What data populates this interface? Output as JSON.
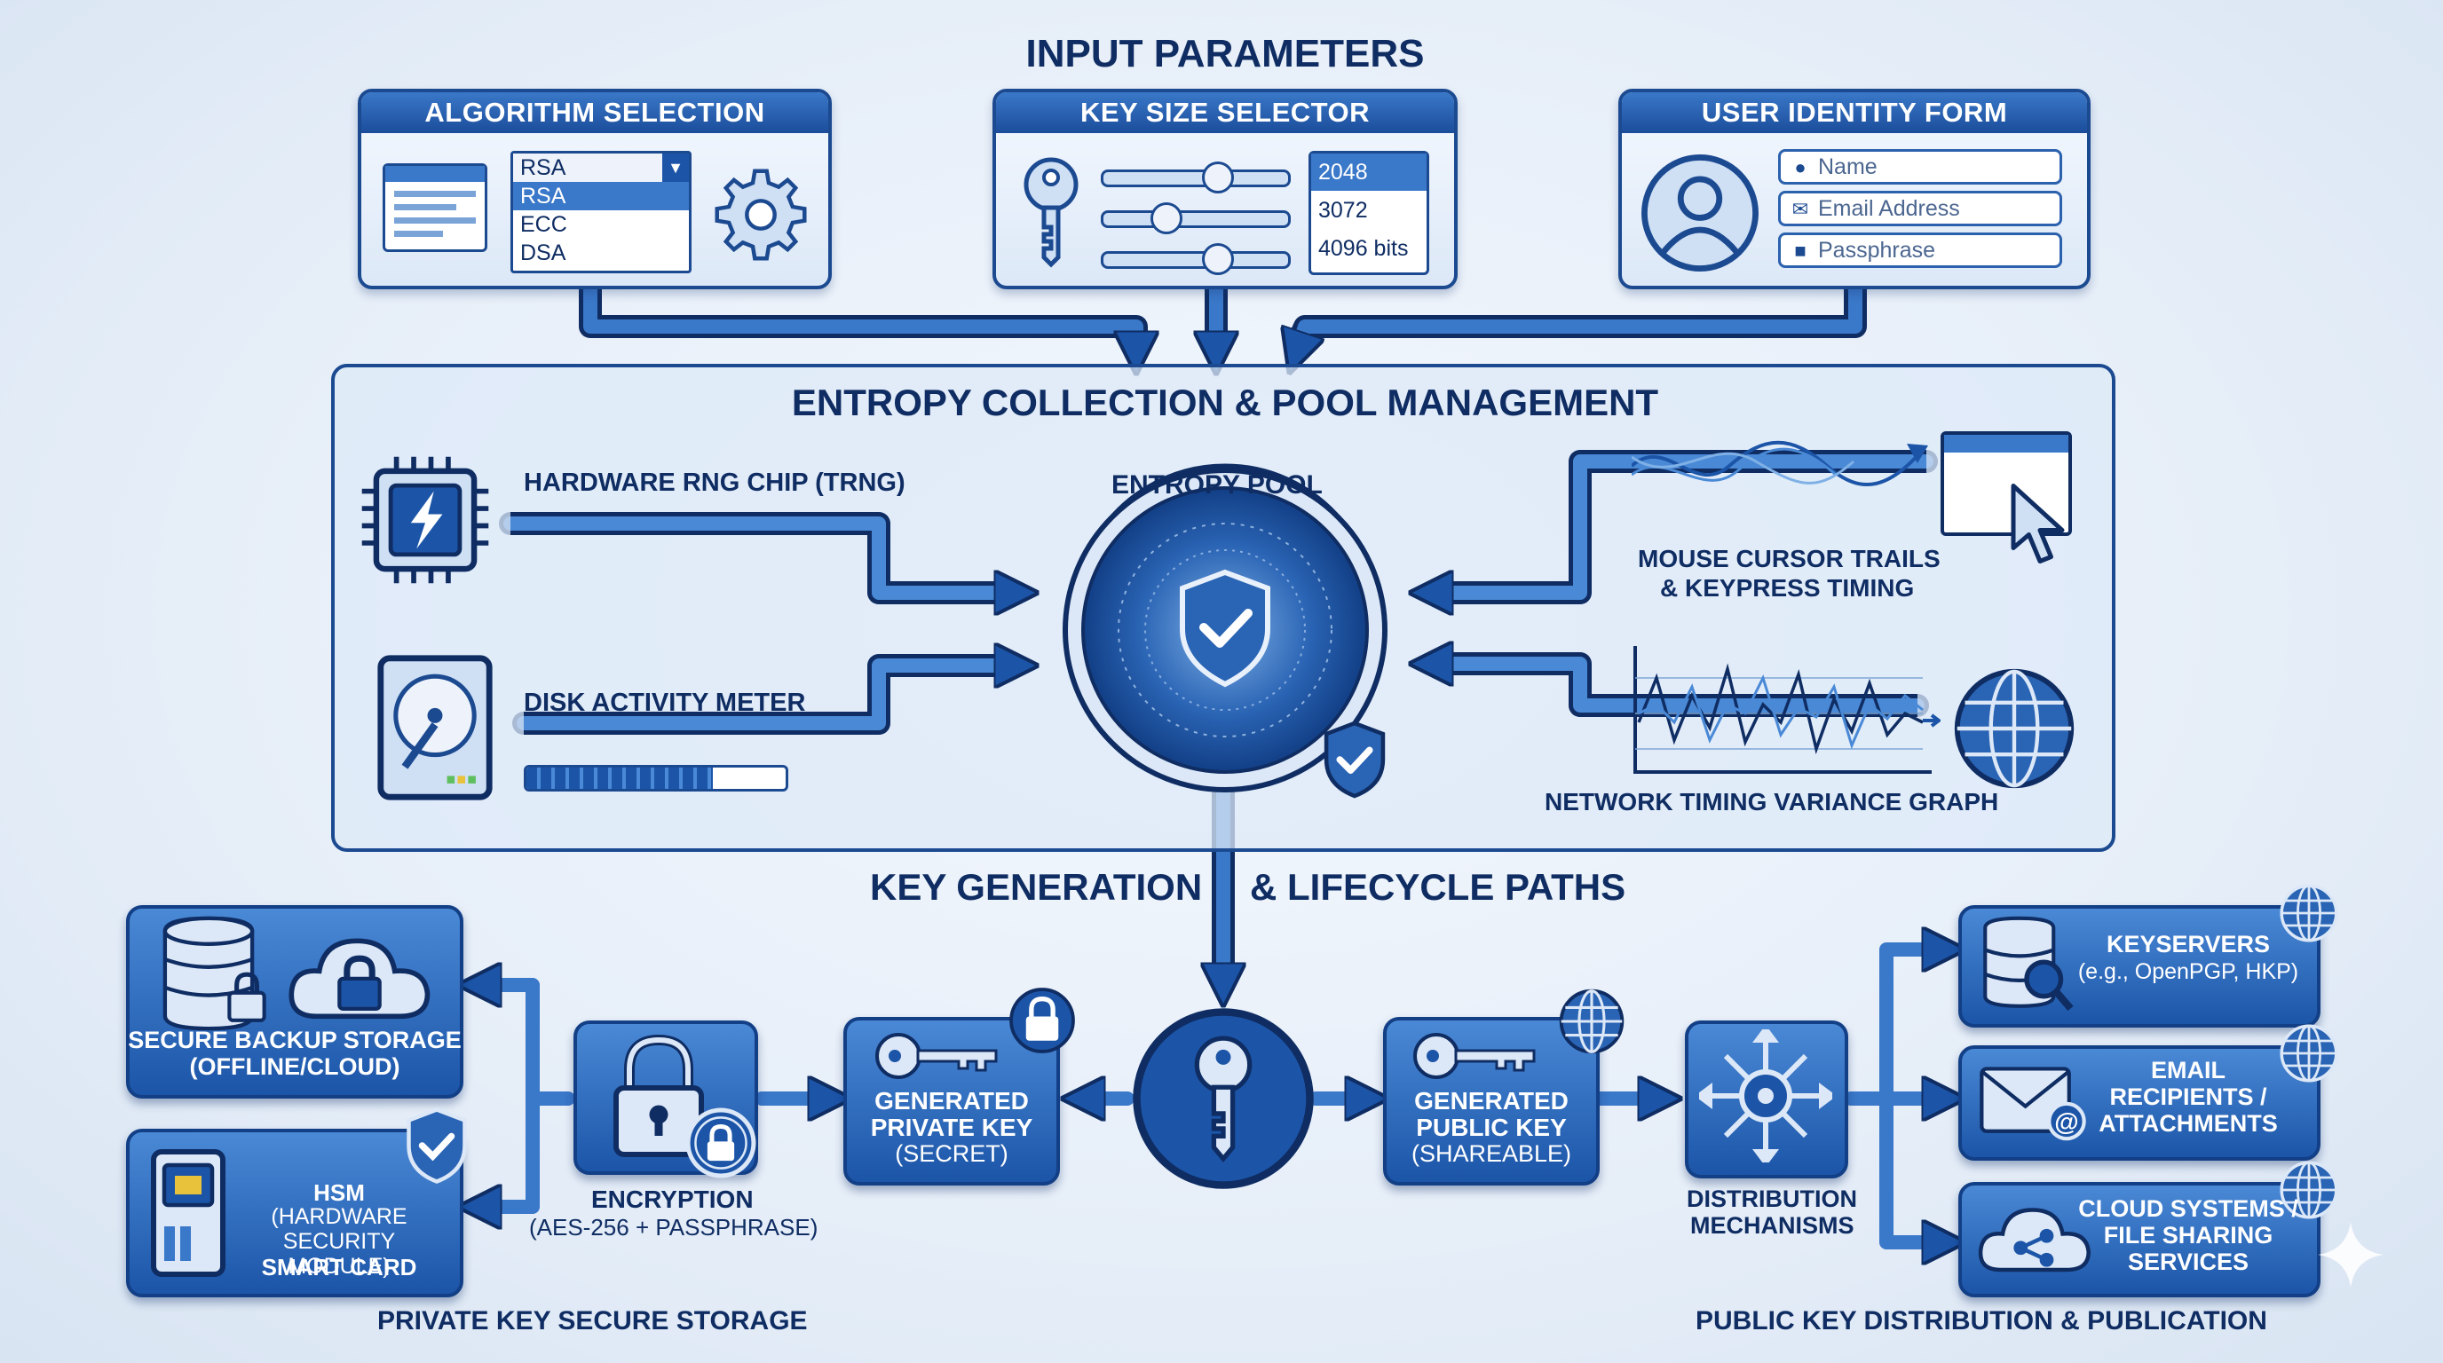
{
  "colors": {
    "navy": "#0f2d63",
    "primary": "#1c55a8",
    "light": "#dce8f7",
    "accent": "#3a78c9"
  },
  "input": {
    "title": "INPUT PARAMETERS",
    "algorithm": {
      "header": "ALGORITHM SELECTION",
      "selected": "RSA",
      "options": [
        "RSA",
        "ECC",
        "DSA"
      ]
    },
    "keysize": {
      "header": "KEY SIZE SELECTOR",
      "options": [
        "2048",
        "3072",
        "4096 bits"
      ]
    },
    "identity": {
      "header": "USER IDENTITY FORM",
      "name_placeholder": "Name",
      "email_placeholder": "Email Address",
      "pass_placeholder": "Passphrase"
    }
  },
  "entropy": {
    "title": "ENTROPY COLLECTION & POOL MANAGEMENT",
    "pool_label": "ENTROPY POOL",
    "hw_rng": "HARDWARE RNG CHIP (TRNG)",
    "disk": "DISK ACTIVITY METER",
    "disk_fill": 0.72,
    "mouse_line1": "MOUSE CURSOR TRAILS",
    "mouse_line2": "& KEYPRESS TIMING",
    "network": "NETWORK TIMING VARIANCE GRAPH"
  },
  "lifecycle": {
    "title_left": "KEY GENERATION",
    "title_right": "& LIFECYCLE PATHS",
    "private_key": [
      "GENERATED",
      "PRIVATE KEY",
      "(SECRET)"
    ],
    "public_key": [
      "GENERATED",
      "PUBLIC KEY",
      "(SHAREABLE)"
    ],
    "encryption": "ENCRYPTION",
    "encryption_sub": "(AES-256 + PASSPHRASE)",
    "backup": [
      "SECURE BACKUP STORAGE",
      "(OFFLINE/CLOUD)"
    ],
    "hsm": [
      "HSM",
      "(HARDWARE",
      "SECURITY MODULE)",
      "SMART CARD"
    ],
    "private_storage": "PRIVATE KEY SECURE STORAGE",
    "distribution": [
      "DISTRIBUTION",
      "MECHANISMS"
    ],
    "keyservers": [
      "KEYSERVERS",
      "(e.g., OpenPGP, HKP)"
    ],
    "email": [
      "EMAIL",
      "RECIPIENTS /",
      "ATTACHMENTS"
    ],
    "cloud": [
      "CLOUD SYSTEMS /",
      "FILE SHARING",
      "SERVICES"
    ],
    "public_distribution": "PUBLIC KEY DISTRIBUTION & PUBLICATION"
  }
}
